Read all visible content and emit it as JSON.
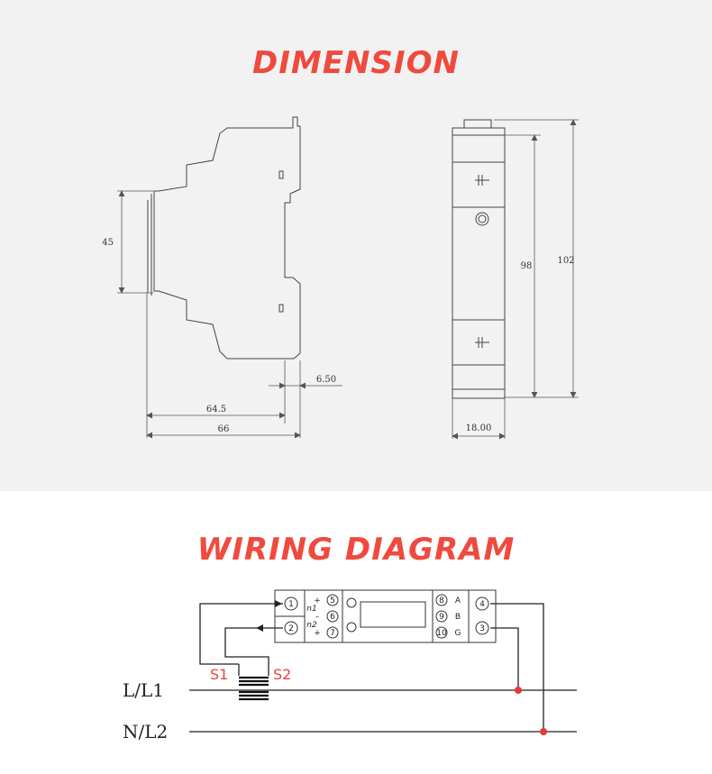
{
  "titles": {
    "dimension": "DIMENSION",
    "wiring": "WIRING DIAGRAM"
  },
  "dimensions": {
    "side_height": "45",
    "side_width_inner": "64.5",
    "side_width_outer": "66",
    "clip_offset": "6.50",
    "front_height_inner": "98",
    "front_height_outer": "102",
    "front_width": "18.00"
  },
  "wiring": {
    "line_labels": [
      "L/L1",
      "N/L2"
    ],
    "ct_labels": [
      "S1",
      "S2"
    ],
    "terminals_left": [
      "1",
      "2"
    ],
    "terminals_ct": [
      "5",
      "6",
      "7"
    ],
    "ct_marks": [
      "+",
      "–",
      "+"
    ],
    "ct_names": [
      "n1",
      "n2"
    ],
    "terminals_rs485": [
      "8",
      "9",
      "10"
    ],
    "rs485_labels": [
      "A",
      "B",
      "G"
    ],
    "terminals_right": [
      "4",
      "3"
    ],
    "colors": {
      "accent": "#f04a3e",
      "junction": "#e53935"
    }
  }
}
